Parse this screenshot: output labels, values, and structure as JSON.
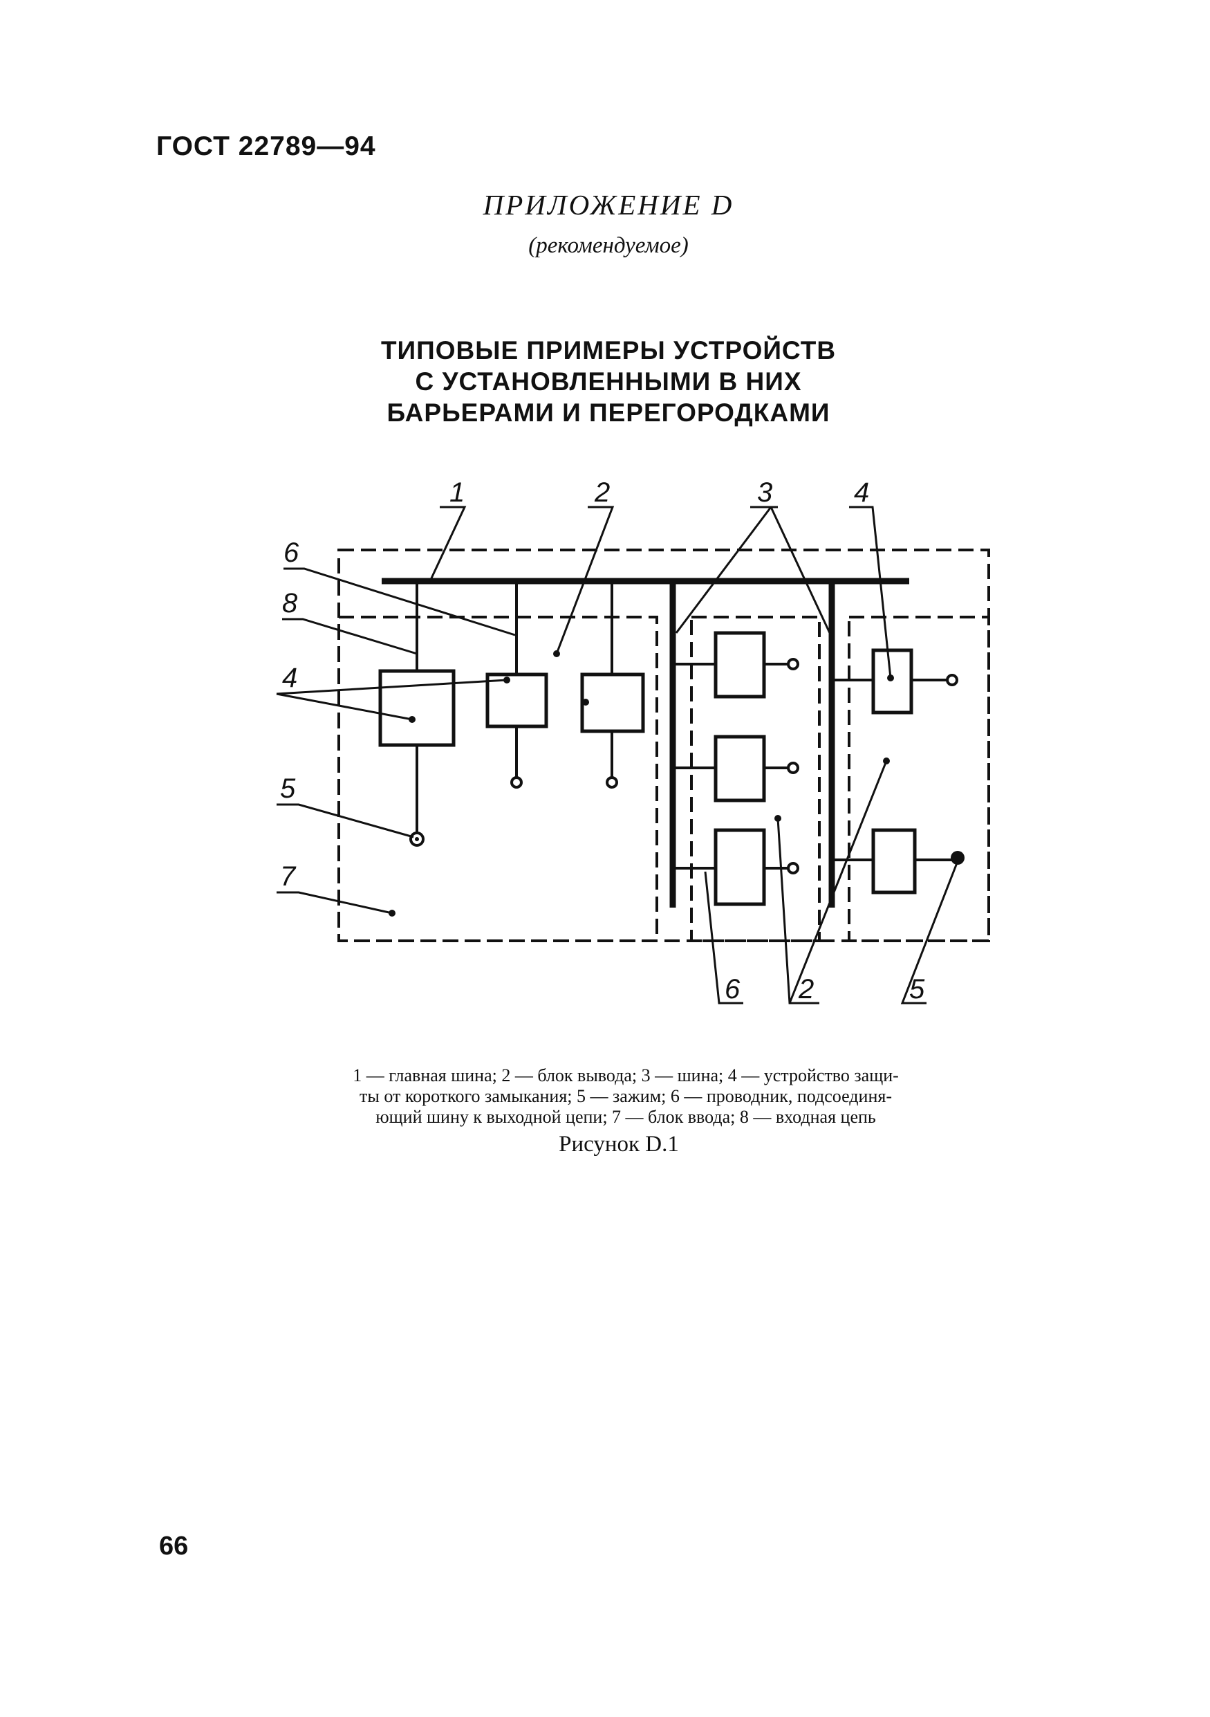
{
  "header": {
    "doc_code": "ГОСТ 22789—94"
  },
  "appendix": {
    "title": "ПРИЛОЖЕНИЕ D",
    "note": "(рекомендуемое)"
  },
  "main_title": {
    "line1": "ТИПОВЫЕ ПРИМЕРЫ УСТРОЙСТВ",
    "line2": "С УСТАНОВЛЕННЫМИ В НИХ",
    "line3": "БАРЬЕРАМИ И ПЕРЕГОРОДКАМИ"
  },
  "diagram": {
    "callouts": {
      "c1": "1",
      "c2": "2",
      "c3": "3",
      "c4": "4",
      "c6": "6",
      "c8": "8",
      "c4_left": "4",
      "c5_left": "5",
      "c7": "7",
      "c6_bottom": "6",
      "c2_bottom": "2",
      "c5_bottom": "5"
    }
  },
  "legend": {
    "line1": "1 — главная шина; 2 — блок вывода; 3 — шина; 4 — устройство защи-",
    "line2": "ты от короткого замыкания; 5 — зажим; 6 — проводник, подсоединя-",
    "line3": "ющий шину к выходной цепи; 7 — блок ввода; 8 — входная цепь"
  },
  "figure": {
    "caption": "Рисунок D.1"
  },
  "footer": {
    "page_number": "66"
  }
}
